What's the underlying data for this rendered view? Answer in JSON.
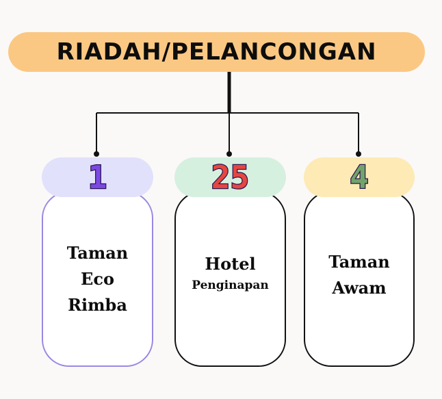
{
  "title": "RIADAH/PELANCONGAN",
  "colors": {
    "title_bg": "#fbc883",
    "badge_1_bg": "#e2e1fb",
    "badge_2_bg": "#d6f0e0",
    "badge_3_bg": "#fdeab5",
    "badge_1_number": "#7b48e3",
    "badge_2_number": "#e6463f",
    "badge_3_number": "#73a36b"
  },
  "items": [
    {
      "count": "1",
      "lines": [
        "Taman",
        "Eco",
        "Rimba"
      ]
    },
    {
      "count": "25",
      "lines": [
        "Hotel",
        "Penginapan"
      ]
    },
    {
      "count": "4",
      "lines": [
        "Taman",
        "Awam"
      ]
    }
  ]
}
